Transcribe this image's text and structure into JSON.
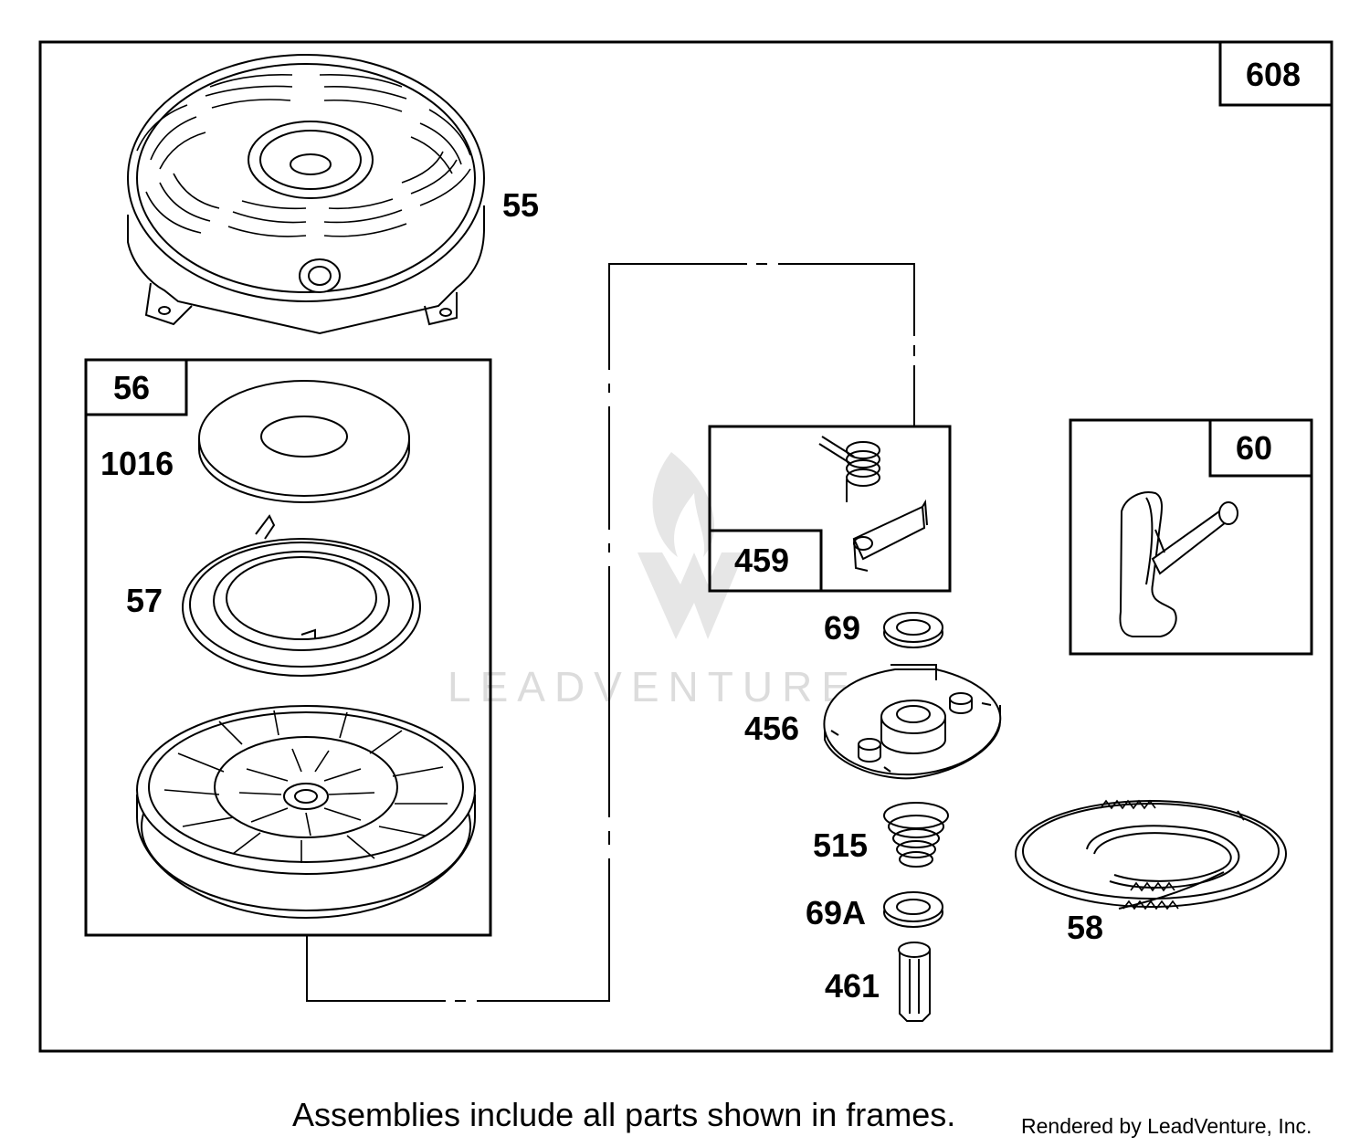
{
  "assembly": {
    "number": "608"
  },
  "sub_assemblies": {
    "pulley_assembly": "56",
    "pawl_assembly": "459",
    "handle_assembly": "60"
  },
  "parts": {
    "housing": "55",
    "plate": "1016",
    "spring": "57",
    "washer_top": "69",
    "retainer": "456",
    "coil_spring": "515",
    "washer_bottom": "69A",
    "pin": "461",
    "rope": "58"
  },
  "watermark": {
    "text": "LEADVENTURE",
    "color": "#dcdcdc"
  },
  "footer": {
    "note": "Assemblies include all parts shown in frames.",
    "rendered_by": "Rendered by LeadVenture, Inc."
  }
}
